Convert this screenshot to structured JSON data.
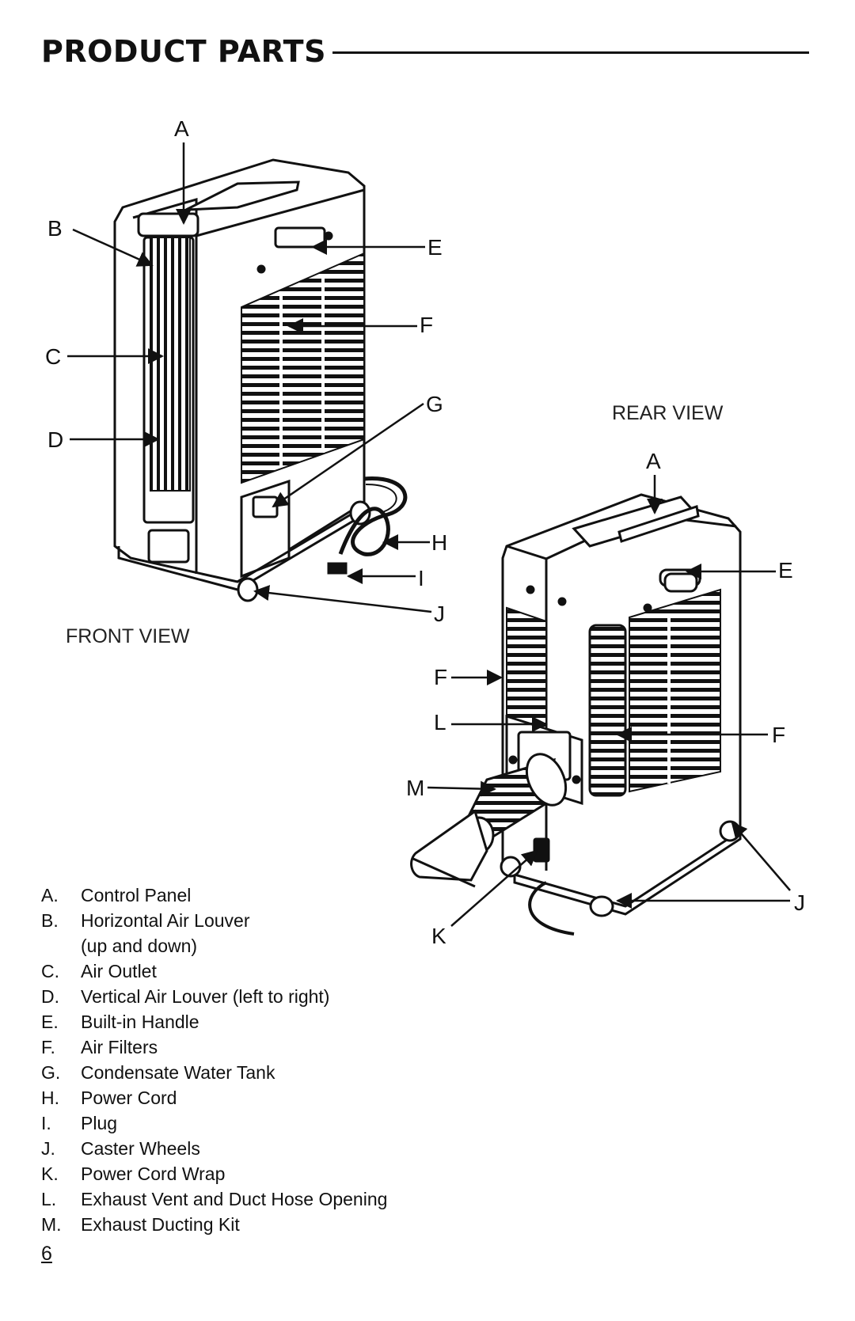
{
  "header": {
    "title": "PRODUCT PARTS"
  },
  "views": {
    "front": "FRONT VIEW",
    "rear": "REAR VIEW"
  },
  "callouts": {
    "A": "A",
    "B": "B",
    "C": "C",
    "D": "D",
    "E": "E",
    "F": "F",
    "G": "G",
    "H": "H",
    "I": "I",
    "J": "J",
    "K": "K",
    "L": "L",
    "M": "M"
  },
  "parts": [
    {
      "letter": "A.",
      "name": "Control Panel"
    },
    {
      "letter": "B.",
      "name": "Horizontal Air Louver",
      "sub": "(up and down)"
    },
    {
      "letter": "C.",
      "name": "Air Outlet"
    },
    {
      "letter": "D.",
      "name": "Vertical Air Louver (left to right)"
    },
    {
      "letter": "E.",
      "name": "Built-in Handle"
    },
    {
      "letter": "F.",
      "name": "Air Filters"
    },
    {
      "letter": "G.",
      "name": "Condensate Water Tank"
    },
    {
      "letter": "H.",
      "name": "Power Cord"
    },
    {
      "letter": "I.",
      "name": "Plug"
    },
    {
      "letter": "J.",
      "name": "Caster Wheels"
    },
    {
      "letter": "K.",
      "name": "Power Cord Wrap"
    },
    {
      "letter": "L.",
      "name": "Exhaust Vent and Duct Hose Opening"
    },
    {
      "letter": "M.",
      "name": "Exhaust Ducting Kit"
    }
  ],
  "page": {
    "number": "6"
  }
}
